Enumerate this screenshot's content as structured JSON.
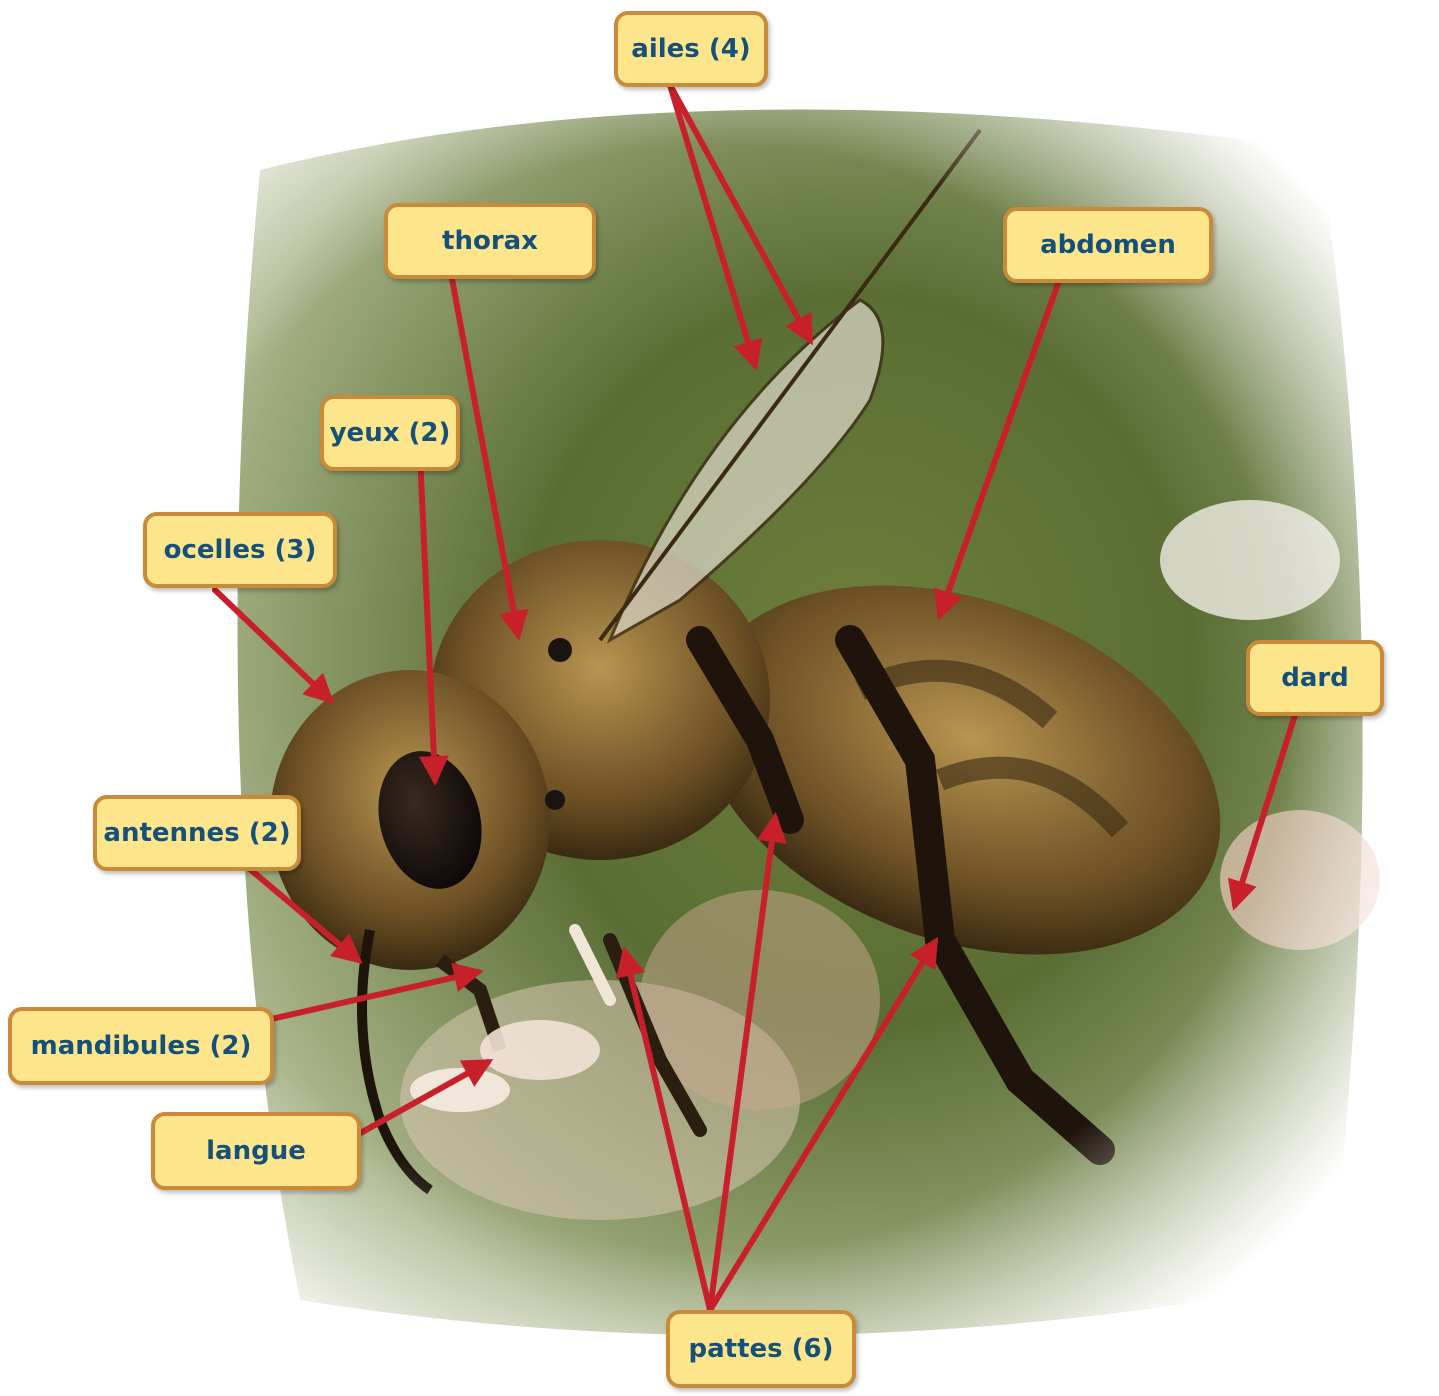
{
  "labels": {
    "ailes": "ailes (4)",
    "thorax": "thorax",
    "abdomen": "abdomen",
    "yeux": "yeux (2)",
    "ocelles": "ocelles (3)",
    "dard": "dard",
    "antennes": "antennes (2)",
    "mandibules": "mandibules (2)",
    "langue": "langue",
    "pattes": "pattes (6)"
  },
  "colors": {
    "label_fill": "#fde58c",
    "label_border": "#c98a3a",
    "label_text": "#14507a",
    "arrow": "#c8202a"
  }
}
